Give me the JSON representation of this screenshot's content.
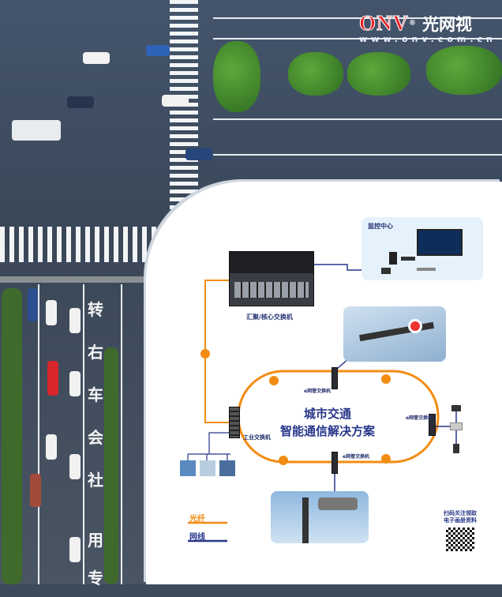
{
  "brand": {
    "logo": "ONV",
    "registered": "®",
    "name_cn": "光网视",
    "url": "www.onv.com.cn",
    "accent": "#e5262b"
  },
  "road_text": [
    "转",
    "右",
    "车",
    "会",
    "社",
    "用",
    "专"
  ],
  "diagram": {
    "title_line1": "城市交通",
    "title_line2": "智能通信解决方案",
    "core_switch_label": "汇聚/核心交换机",
    "monitor_center_title": "监控中心",
    "industrial_switch_label": "工业交换机",
    "eswitch_top_label": "e网管交换机",
    "eswitch_right_label": "e网管交换机",
    "eswitch_bottom_label": "e网管交换机",
    "fiber_color": "#f28c12",
    "cable_color": "#27368a"
  },
  "legend": {
    "fiber": "光纤",
    "cable": "网线"
  },
  "qr": {
    "line1": "扫码关注领取",
    "line2": "电子画册资料"
  }
}
